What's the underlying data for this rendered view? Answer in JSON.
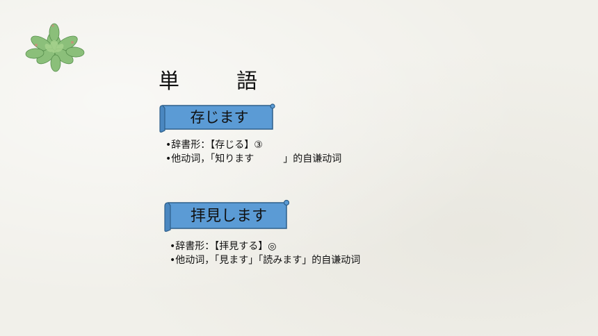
{
  "title": "単　語",
  "words": [
    {
      "word": "存じます",
      "lines": [
        "•辞書形：【存じる】③",
        "•他动词，「知ります　　　」的自谦动词"
      ]
    },
    {
      "word": "拝見します",
      "lines": [
        "•辞書形：【拝見する】◎",
        "•他动词，「見ます」「読みます」的自谦动词"
      ]
    }
  ],
  "colors": {
    "scroll_fill": "#5b9bd5",
    "scroll_edge": "#2e5f8a",
    "leaf": "#7bb36a"
  }
}
